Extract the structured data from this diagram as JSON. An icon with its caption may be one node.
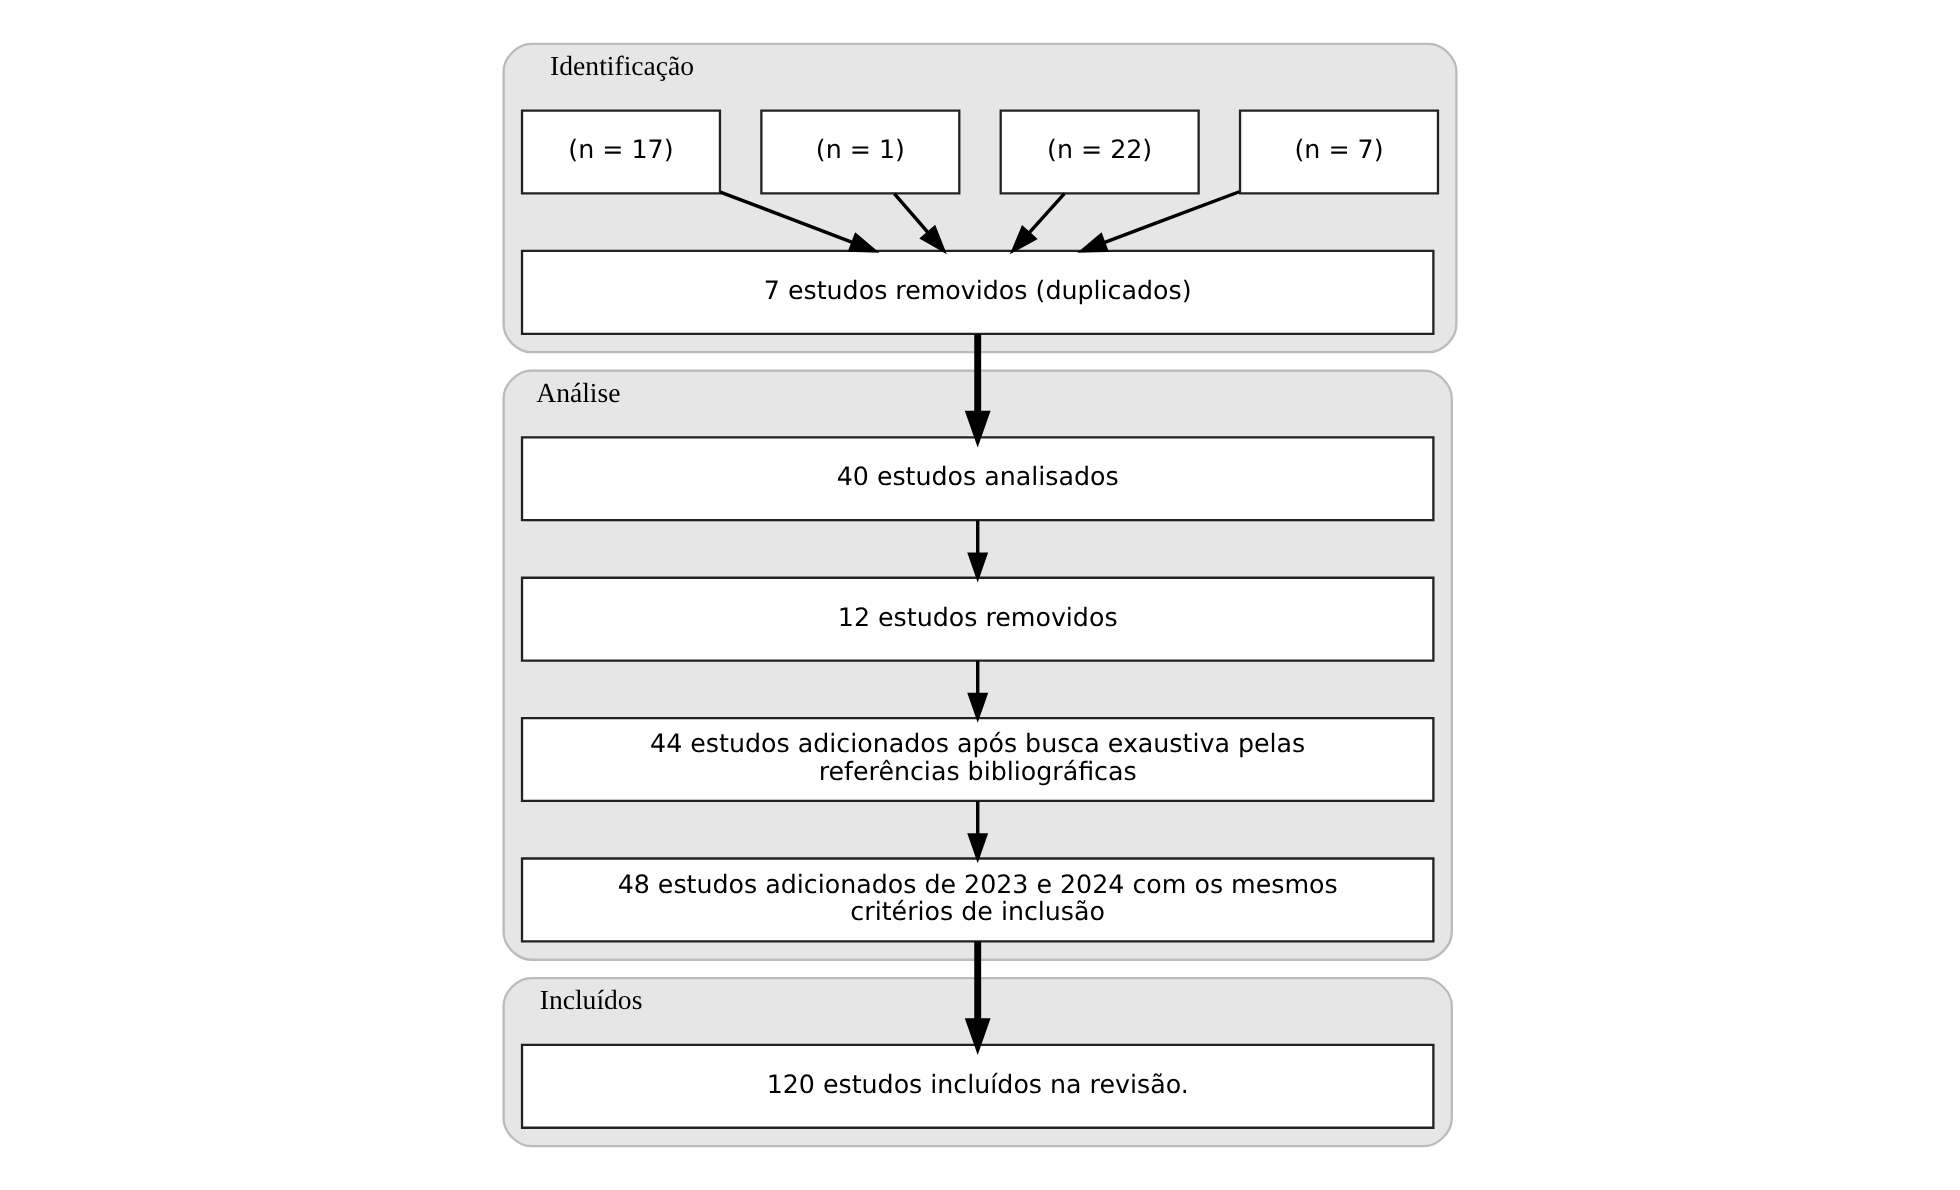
{
  "diagram": {
    "nodes": [
      {
        "text": [
          "Identificação"
        ]
      },
      {
        "text": [
          "(n = 7)"
        ],
        "in": 0
      },
      {
        "text": [
          "(n = 22)"
        ],
        "in": 0
      },
      {
        "text": [
          "(n = 1)"
        ],
        "in": 0
      },
      {
        "text": [
          "(n = 17)"
        ],
        "in": 0
      },
      {
        "text": [
          "7 estudos removidos (duplicados)"
        ],
        "in": 0
      },
      {
        "text": [
          "Análise"
        ]
      },
      {
        "text": [
          "40 estudos analisados"
        ],
        "in": 6
      },
      {
        "text": [
          "12 estudos removidos"
        ],
        "in": 6
      },
      {
        "text": [
          "44 estudos adicionados após busca exaustiva pelas referências bibliográficas"
        ],
        "in": 6
      },
      {
        "text": [
          "48 estudos adicionados de 2023 e 2024 com os mesmos critérios de inclusão"
        ],
        "in": 6
      },
      {
        "text": [
          "Incluídos"
        ]
      },
      {
        "text": [
          "120 estudos incluídos na revisão."
        ],
        "in": 11
      }
    ],
    "edges": [
      {
        "from": 1,
        "to": 5,
        "arrow": "to"
      },
      {
        "from": 2,
        "to": 5,
        "arrow": "to"
      },
      {
        "from": 3,
        "to": 5,
        "arrow": "to"
      },
      {
        "from": 4,
        "to": 5,
        "arrow": "to"
      },
      {
        "from": 5,
        "to": 7,
        "arrow": "to",
        "style": "thick"
      },
      {
        "from": 7,
        "to": 8,
        "arrow": "to"
      },
      {
        "from": 8,
        "to": 9,
        "arrow": "to"
      },
      {
        "from": 9,
        "to": 10,
        "arrow": "to"
      },
      {
        "from": 10,
        "to": 12,
        "arrow": "to",
        "style": "thick"
      }
    ]
  }
}
